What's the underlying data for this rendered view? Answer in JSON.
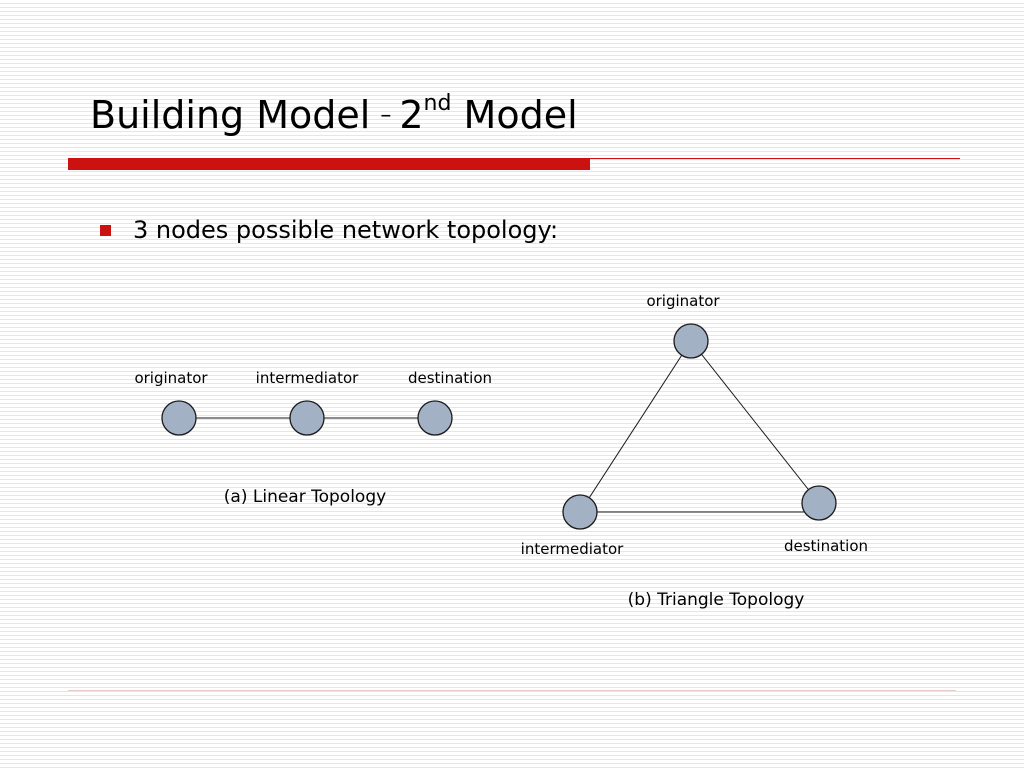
{
  "slide": {
    "title_main": "Building Model",
    "title_dash": "–",
    "title_number": "2",
    "title_superscript": "nd",
    "title_suffix": "Model",
    "accent_color": "#cc1111"
  },
  "bullet": {
    "text": "3 nodes possible network topology:"
  },
  "diagrams": {
    "linear": {
      "caption": "(a) Linear Topology",
      "nodes": [
        {
          "label": "originator"
        },
        {
          "label": "intermediator"
        },
        {
          "label": "destination"
        }
      ]
    },
    "triangle": {
      "caption": "(b) Triangle Topology",
      "nodes": [
        {
          "label": "originator"
        },
        {
          "label": "intermediator"
        },
        {
          "label": "destination"
        }
      ]
    },
    "node_color": "#a3b1c4"
  }
}
